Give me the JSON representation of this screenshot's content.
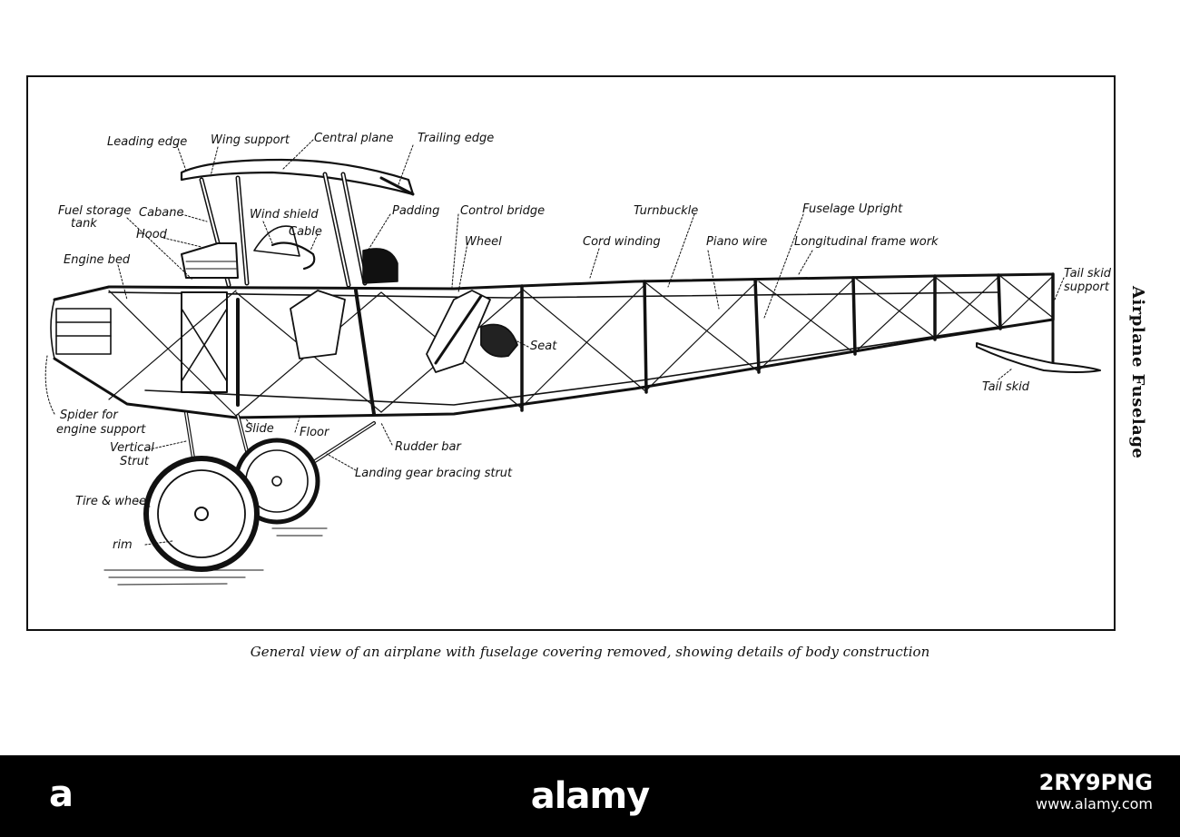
{
  "figure": {
    "side_title": "Airplane Fuselage",
    "caption": "General view of an airplane with fuselage covering removed, showing details of body construction",
    "labels": {
      "leading_edge": "Leading edge",
      "wing_support": "Wing support",
      "central_plane": "Central plane",
      "trailing_edge": "Trailing edge",
      "fuel_storage_line1": "Fuel storage",
      "fuel_storage_line2": "tank",
      "cabane": "Cabane",
      "hood": "Hood",
      "wind_shield": "Wind shield",
      "cable": "Cable",
      "padding": "Padding",
      "control_bridge": "Control bridge",
      "wheel": "Wheel",
      "turnbuckle": "Turnbuckle",
      "fuselage_upright": "Fuselage Upright",
      "cord_winding": "Cord winding",
      "piano_wire": "Piano wire",
      "longitudinal_frame_work": "Longitudinal frame work",
      "tail_skid_support_line1": "Tail skid",
      "tail_skid_support_line2": "support",
      "engine_bed": "Engine bed",
      "seat": "Seat",
      "tail_skid": "Tail skid",
      "spider_line1": "Spider for",
      "spider_line2": "engine support",
      "slide": "Slide",
      "floor": "Floor",
      "rudder_bar": "Rudder bar",
      "vertical_strut_line1": "Vertical",
      "vertical_strut_line2": "Strut",
      "landing_gear_bracing_strut": "Landing gear bracing strut",
      "tire_wheel": "Tire & wheel",
      "rim": "rim"
    }
  },
  "watermark": {
    "logo": "a",
    "brand": "alamy",
    "image_id": "2RY9PNG",
    "url": "www.alamy.com"
  }
}
